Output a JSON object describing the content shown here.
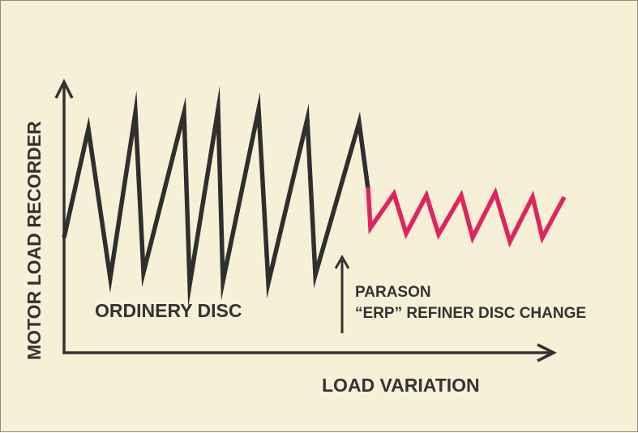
{
  "colors": {
    "background": "#f6f0d6",
    "ink": "#333333",
    "ordinary_trace": "#2f2f2f",
    "erp_trace": "#e0245e"
  },
  "labels": {
    "y_axis": "MOTOR LOAD RECORDER",
    "x_axis": "LOAD VARIATION",
    "ordinary_disc": "ORDINERY DISC",
    "change_line1": "PARASON",
    "change_line2": "“ERP” REFINER DISC CHANGE"
  }
}
